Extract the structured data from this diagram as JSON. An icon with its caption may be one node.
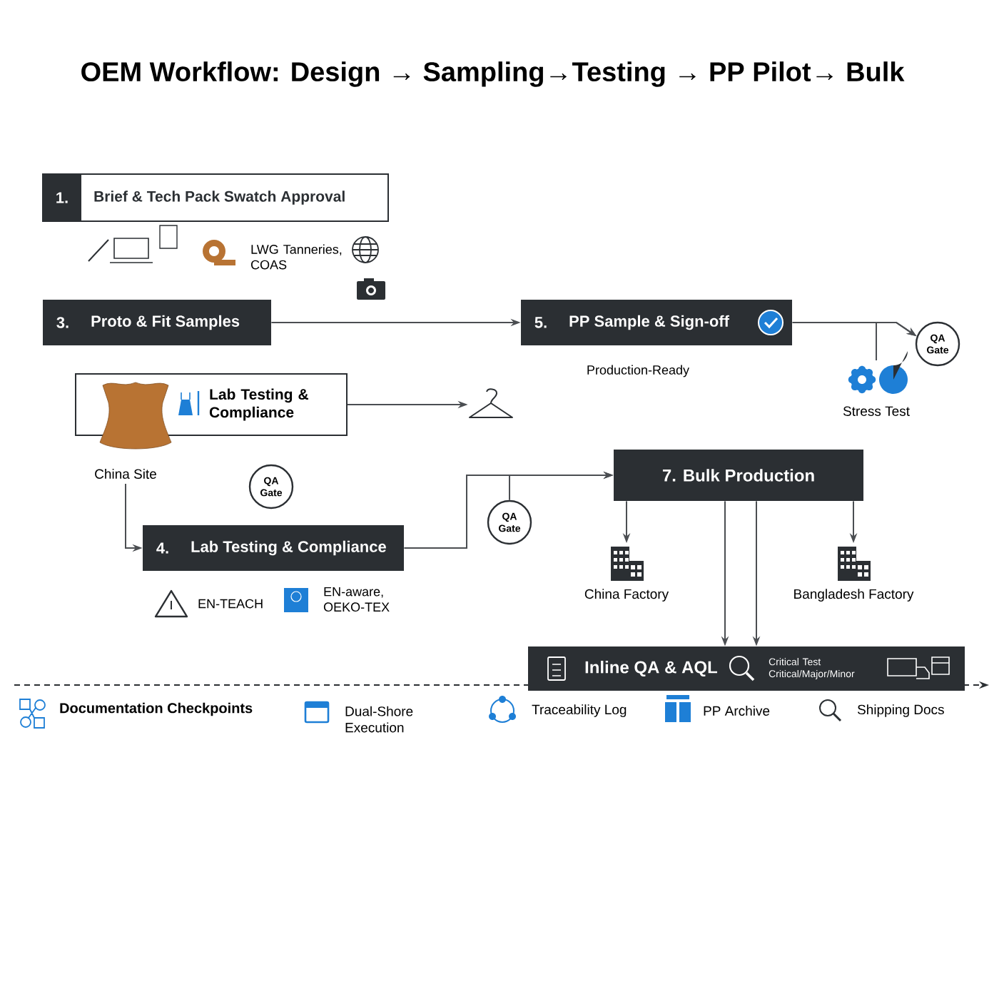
{
  "diagram": {
    "title": "OEM Workflow: Design → Sampling→Testing → PP Pilot→ Bulk",
    "nodes": [
      {
        "text": [
          "1.",
          "Brief & Tech Pack Swatch Approval"
        ]
      },
      {
        "text": [
          "3.",
          "Proto & Fit Samples"
        ]
      },
      {
        "text": [
          "5.",
          "PP Sample & Sign-off"
        ],
        "beside": [
          "Production-Ready"
        ]
      },
      {
        "text": [
          "QA Gate"
        ]
      },
      {
        "text": [
          "Lab Testing & Compliance"
        ]
      },
      {
        "text": [
          "China Site"
        ]
      },
      {
        "text": [],
        "shape": "picture"
      },
      {
        "text": [
          "Stress Test"
        ]
      },
      {
        "text": [
          "QA Gate"
        ]
      },
      {
        "text": [
          "4.",
          "Lab Testing & Compliance"
        ]
      },
      {
        "text": [
          "QA Gate"
        ]
      },
      {
        "text": [
          "7. Bulk Production"
        ]
      },
      {
        "text": [
          "China Factory"
        ]
      },
      {
        "text": [
          "Bangladesh Factory"
        ]
      },
      {
        "text": [
          "Inline QA & AQL",
          "Critical Test Critical/Major/Minor"
        ]
      }
    ],
    "edges": [
      {
        "from": 1,
        "to": 2,
        "arrow": "to"
      },
      {
        "from": 2,
        "to": 3,
        "arrow": "to"
      },
      {
        "from": 7,
        "to": 3,
        "arrow": "to"
      },
      {
        "from": 4,
        "to": 6,
        "arrow": "to"
      },
      {
        "from": 5,
        "to": 9,
        "arrow": "to"
      },
      {
        "from": 9,
        "to": 11,
        "arrow": "to"
      },
      {
        "from": 10,
        "to": 11,
        "arrow": "to"
      },
      {
        "from": 11,
        "to": 12,
        "arrow": "to"
      },
      {
        "from": 11,
        "to": 13,
        "arrow": "to"
      },
      {
        "from": 11,
        "to": 14,
        "arrow": "to"
      },
      {
        "from": 11,
        "to": 14,
        "arrow": "to"
      }
    ],
    "labels": [
      "LWG Tanneries, COAS",
      "EN-TEACH",
      "EN-aware, OEKO-TEX",
      "Documentation Checkpoints",
      "Dual-Shore Execution",
      "Traceability Log",
      "PP Archive",
      "Shipping Docs"
    ]
  }
}
